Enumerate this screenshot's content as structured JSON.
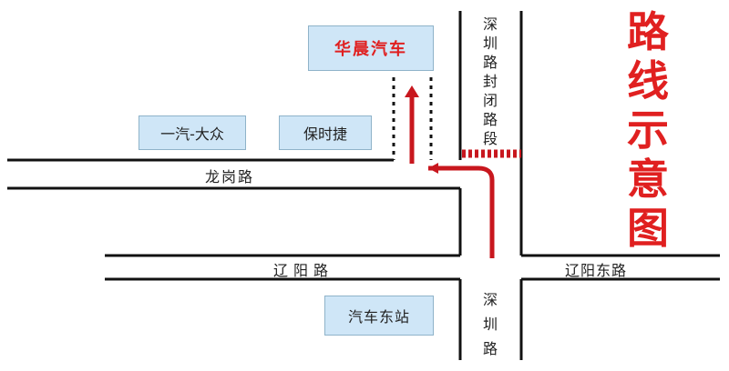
{
  "title": "路线示意图",
  "colors": {
    "road": "#111111",
    "route": "#c8171e",
    "box": "#cfe6f7",
    "title": "#e02020"
  },
  "roads": {
    "longgang": "龙岗路",
    "liaoyang": "辽阳路",
    "liaoyang_east": "辽阳东路",
    "shenzhen_south": "深圳路",
    "shenzhen_closed": "深圳路封闭路段"
  },
  "places": {
    "huachen": "华晨汽车",
    "faw_vw": "一汽-大众",
    "porsche": "保时捷",
    "bus_station": "汽车东站"
  }
}
